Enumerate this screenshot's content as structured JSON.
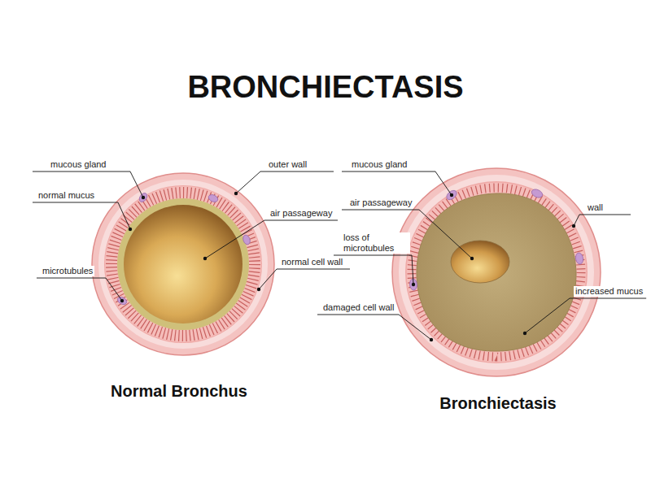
{
  "diagram": {
    "title": "BRONCHIECTASIS",
    "labels": [
      "mucous gland",
      "normal mucus",
      "microtubules",
      "outer wall",
      "air passageway",
      "normal cell wall",
      "Normal Bronchus",
      "mucous gland",
      "air passageway",
      "loss of microtubules",
      "damaged cell wall",
      "wall",
      "increased mucus",
      "Bronchiectasis"
    ]
  }
}
